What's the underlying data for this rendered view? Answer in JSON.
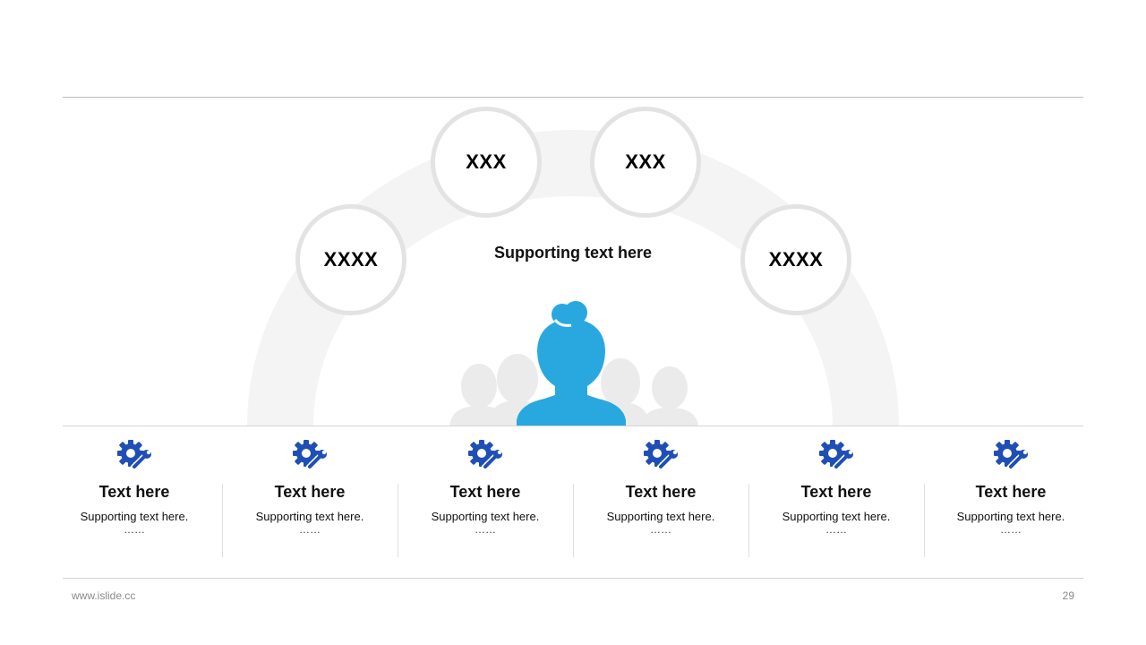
{
  "colors": {
    "accent_blue": "#29a8e0",
    "gear_blue": "#1f4fb5",
    "ring_gray": "#f3f3f3",
    "circle_border": "#e3e3e3"
  },
  "nodes": [
    {
      "label": "XXXX"
    },
    {
      "label": "XXX"
    },
    {
      "label": "XXX"
    },
    {
      "label": "XXXX"
    }
  ],
  "center": {
    "supporting_text": "Supporting text here",
    "icon": "people-group-icon"
  },
  "columns": [
    {
      "icon": "gear-wrench-icon",
      "title": "Text here",
      "supporting": "Supporting  text here.",
      "ellipsis": "……"
    },
    {
      "icon": "gear-wrench-icon",
      "title": "Text here",
      "supporting": "Supporting  text here.",
      "ellipsis": "……"
    },
    {
      "icon": "gear-wrench-icon",
      "title": "Text here",
      "supporting": "Supporting  text here.",
      "ellipsis": "……"
    },
    {
      "icon": "gear-wrench-icon",
      "title": "Text here",
      "supporting": "Supporting  text here.",
      "ellipsis": "……"
    },
    {
      "icon": "gear-wrench-icon",
      "title": "Text here",
      "supporting": "Supporting  text here.",
      "ellipsis": "……"
    },
    {
      "icon": "gear-wrench-icon",
      "title": "Text here",
      "supporting": "Supporting  text here.",
      "ellipsis": "……"
    }
  ],
  "footer": {
    "website": "www.islide.cc",
    "page_number": "29"
  }
}
